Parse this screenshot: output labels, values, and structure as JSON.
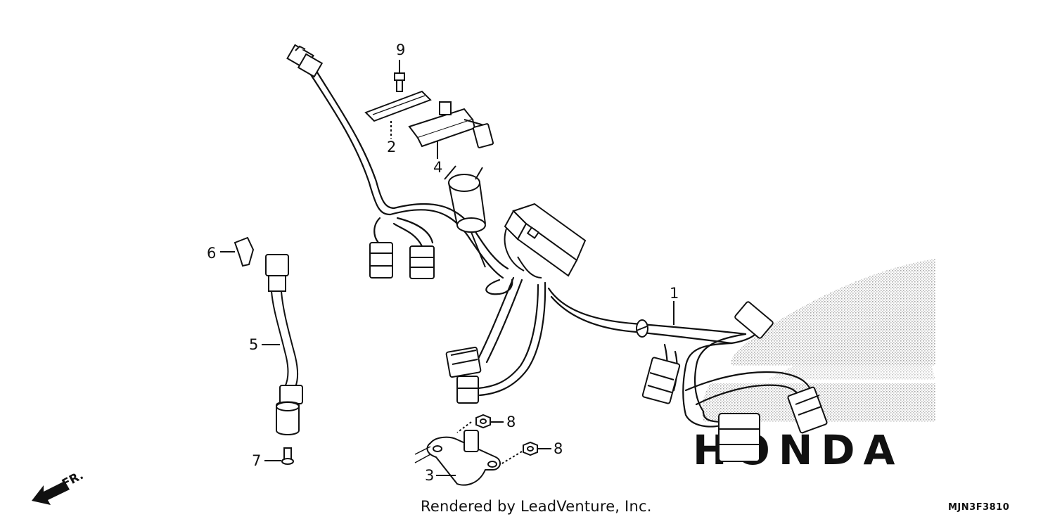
{
  "diagram": {
    "callouts": [
      {
        "id": "1",
        "label": "1"
      },
      {
        "id": "2",
        "label": "2"
      },
      {
        "id": "3",
        "label": "3"
      },
      {
        "id": "4",
        "label": "4"
      },
      {
        "id": "5",
        "label": "5"
      },
      {
        "id": "6",
        "label": "6"
      },
      {
        "id": "7",
        "label": "7"
      },
      {
        "id": "8a",
        "label": "8"
      },
      {
        "id": "8b",
        "label": "8"
      },
      {
        "id": "9",
        "label": "9"
      }
    ],
    "front_arrow_label": "FR.",
    "watermark_text": "HONDA",
    "footer_credit": "Rendered by LeadVenture, Inc.",
    "diagram_code": "MJN3F3810"
  }
}
